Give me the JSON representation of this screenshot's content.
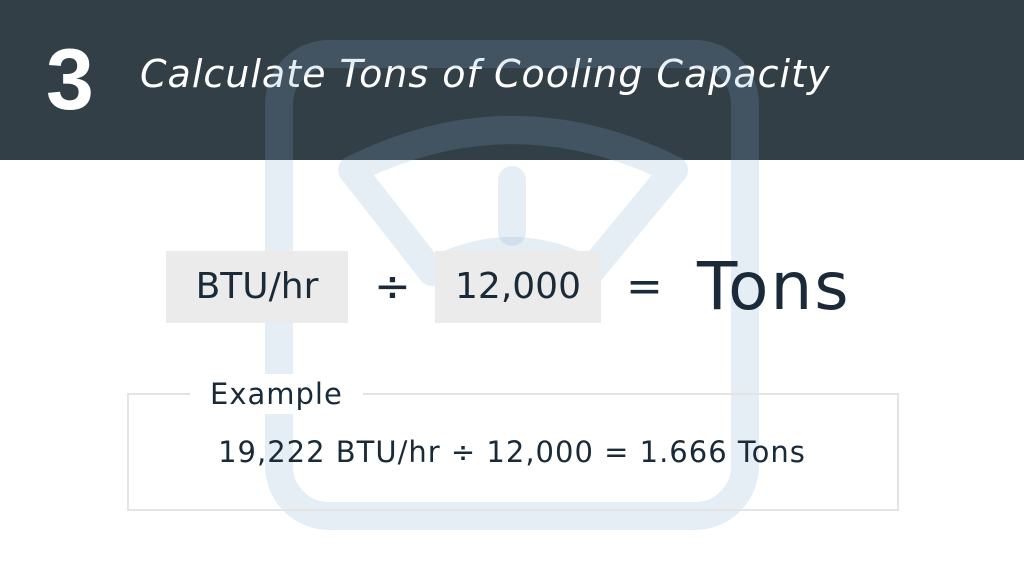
{
  "header": {
    "step_number": "3",
    "title": "Calculate Tons of Cooling Capacity"
  },
  "formula": {
    "term1": "BTU/hr",
    "divide": "÷",
    "term2": "12,000",
    "equals": "=",
    "result": "Tons"
  },
  "example": {
    "label": "Example",
    "text": "19,222 BTU/hr ÷ 12,000 = 1.666 Tons"
  },
  "colors": {
    "header_bg": "#333f47",
    "box_bg": "#ebebeb",
    "text": "#1b2a38",
    "watermark": "#e6f0f8"
  },
  "watermark_icon": "scale-icon"
}
